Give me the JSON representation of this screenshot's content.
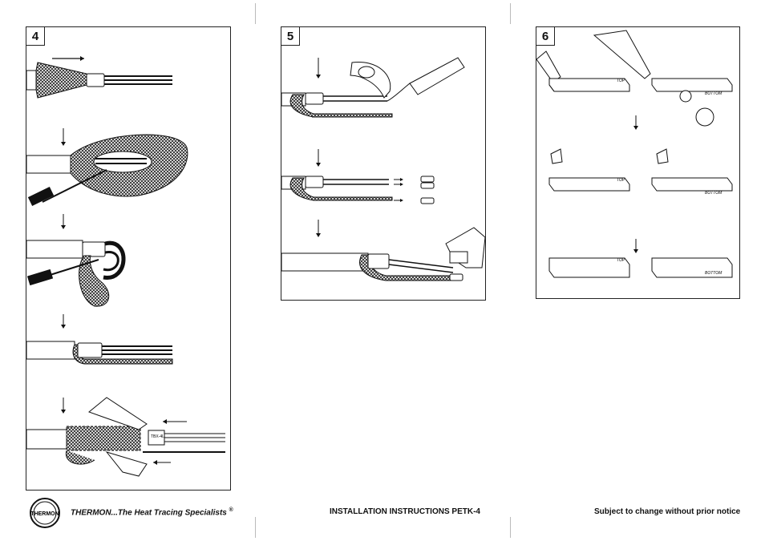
{
  "panels": [
    {
      "number": "4"
    },
    {
      "number": "5"
    },
    {
      "number": "6"
    }
  ],
  "labels": {
    "terminal_tag": "TBX-4L",
    "top": "TOP",
    "bottom": "BOTTOM"
  },
  "footer": {
    "slogan": "THERMON...The Heat Tracing Specialists",
    "registered": "®",
    "title": "INSTALLATION INSTRUCTIONS PETK-4",
    "notice": "Subject to change without prior notice"
  },
  "logo": {
    "text": "THERMON"
  }
}
